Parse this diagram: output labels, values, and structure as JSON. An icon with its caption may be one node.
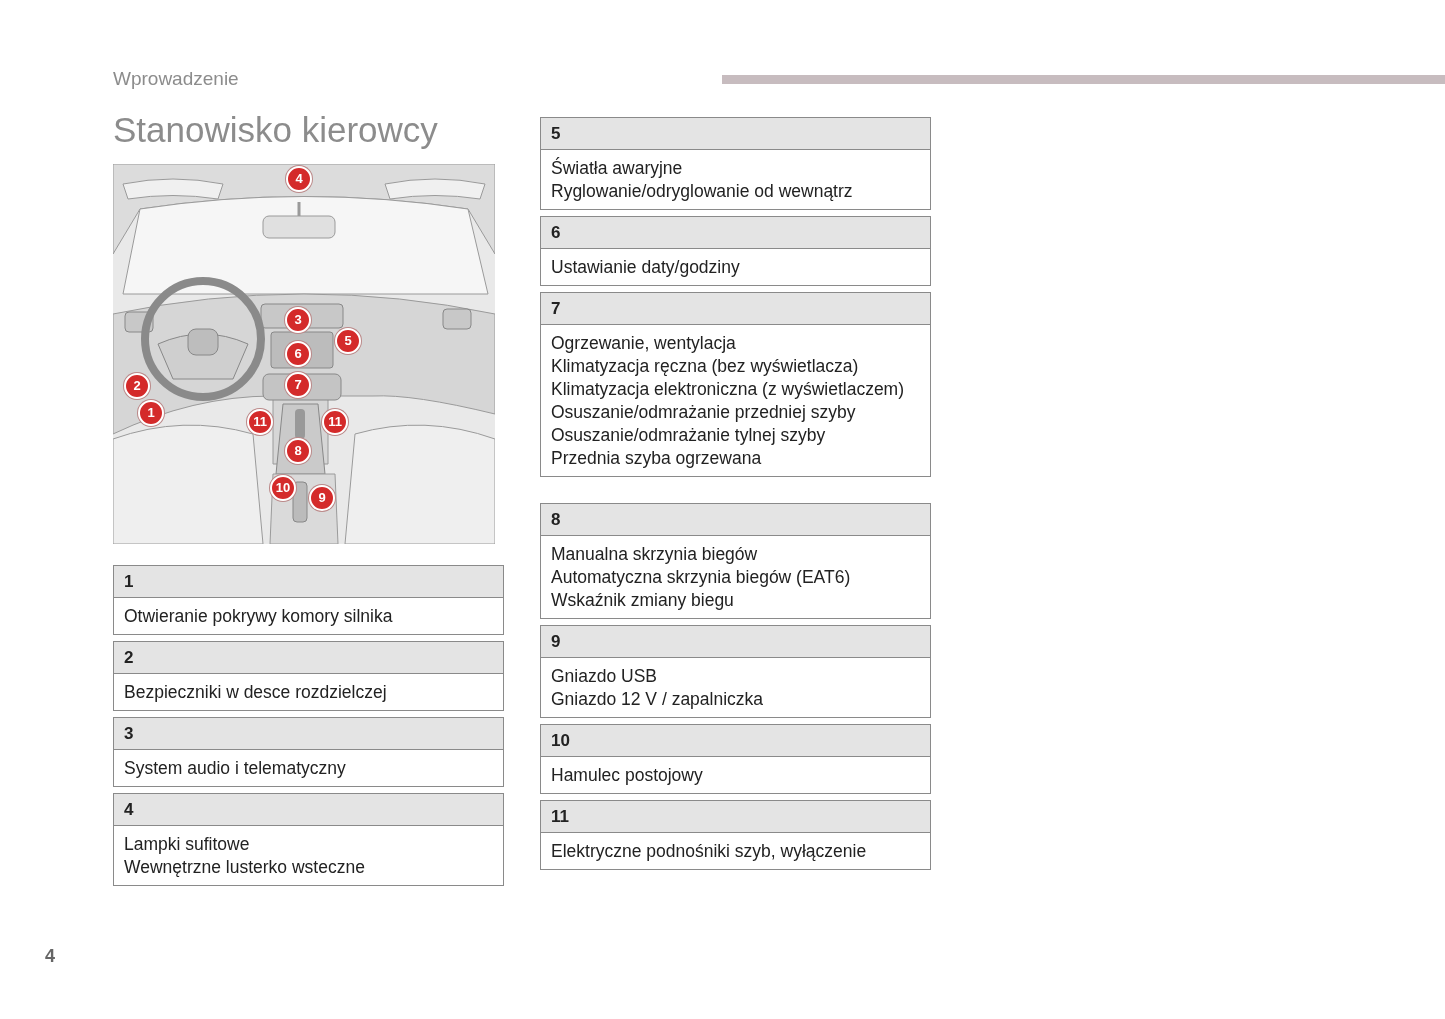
{
  "diagram": {
    "title": "Stanowisko kierowcy",
    "nodes": [
      {
        "text": [],
        "shape": "picture"
      },
      {
        "text": [
          "1",
          "Otwieranie pokrywy komory silnika"
        ]
      },
      {
        "text": [
          "2",
          "Bezpieczniki w desce rozdzielczej"
        ]
      },
      {
        "text": [
          "3",
          "System audio i telematyczny"
        ]
      },
      {
        "text": [
          "4",
          "Lampki sufitowe",
          "Wewnętrzne lusterko wsteczne"
        ]
      },
      {
        "text": [
          "5",
          "Światła awaryjne",
          "Ryglowanie/odryglowanie od wewnątrz"
        ]
      },
      {
        "text": [
          "6",
          "Ustawianie daty/godziny"
        ]
      },
      {
        "text": [
          "7",
          "Ogrzewanie, wentylacja",
          "Klimatyzacja ręczna (bez wyświetlacza)",
          "Klimatyzacja elektroniczna (z wyświetlaczem)",
          "Osuszanie/odmrażanie przedniej szyby",
          "Osuszanie/odmrażanie tylnej szyby",
          "Przednia szyba ogrzewana"
        ]
      },
      {
        "text": [
          "8",
          "Manualna skrzynia biegów",
          "Automatyczna skrzynia biegów (EAT6)",
          "Wskaźnik zmiany biegu"
        ]
      },
      {
        "text": [
          "9",
          "Gniazdo USB",
          "Gniazdo 12 V / zapalniczka"
        ]
      },
      {
        "text": [
          "10",
          "Hamulec postojowy"
        ]
      },
      {
        "text": [
          "11",
          "Elektryczne podnośniki szyb, wyłączenie"
        ]
      }
    ],
    "labels": [
      "Wprowadzenie",
      "4",
      "3",
      "5",
      "6",
      "7",
      "2",
      "1",
      "11",
      "11",
      "8",
      "10",
      "9",
      "4"
    ]
  }
}
